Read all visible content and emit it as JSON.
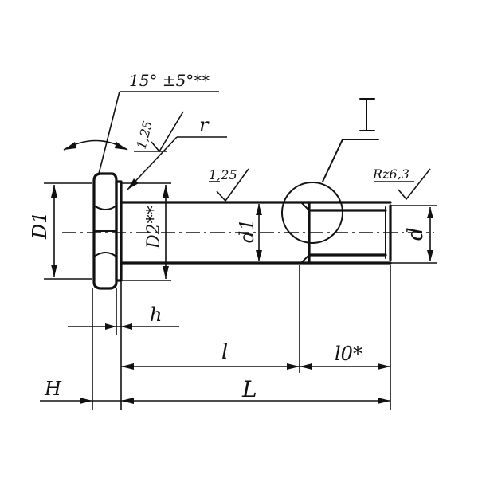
{
  "labels": {
    "angle_tol": "15° ±5°**",
    "detail_mark": "I",
    "roughness_head": "1,25",
    "radius": "r",
    "roughness_shank": "1,25",
    "roughness_thread": "Rz6,3",
    "D1": "D1",
    "D2": "D2**",
    "d1": "d1",
    "d": "d",
    "h": "h",
    "l": "l",
    "l0": "l0*",
    "H": "H",
    "L": "L"
  },
  "colors": {
    "ink": "#111111",
    "paper": "#ffffff"
  }
}
